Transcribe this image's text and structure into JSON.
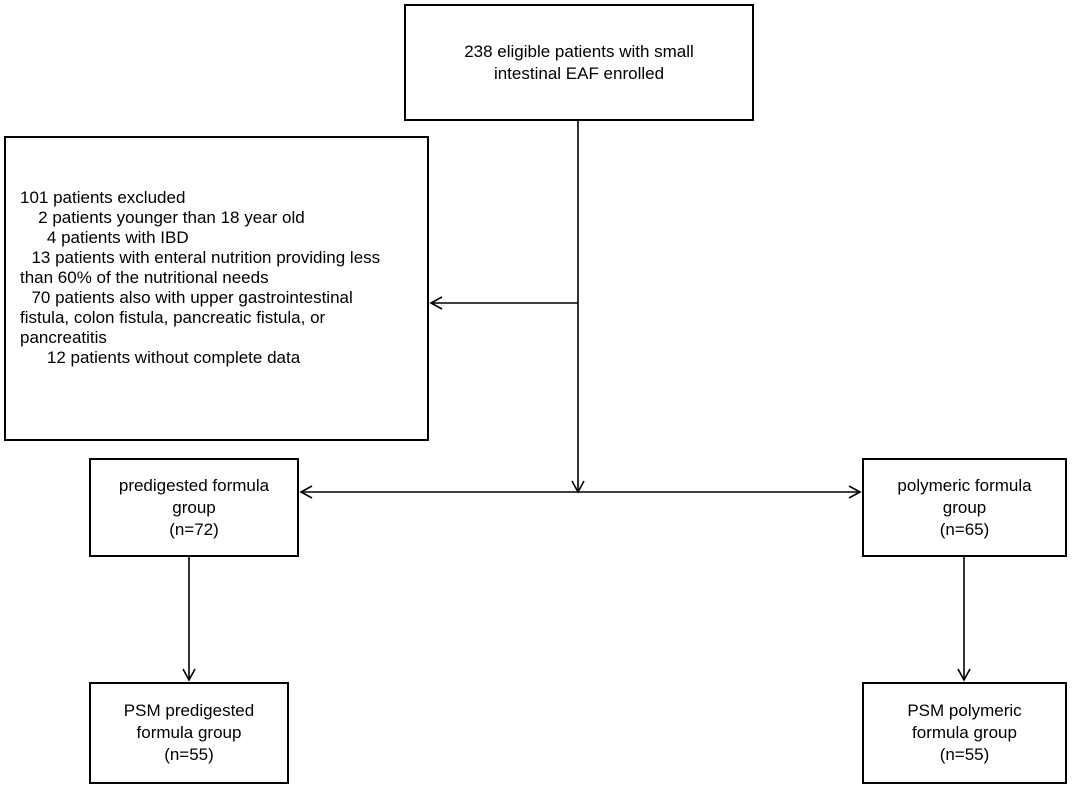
{
  "enrolled": {
    "lines": [
      "238 eligible patients with small",
      "intestinal EAF enrolled"
    ]
  },
  "excluded": {
    "lines": [
      "101 patients excluded",
      "   2 patients younger than 18 year old",
      "    4 patients with IBD",
      "  13 patients with enteral nutrition providing less",
      "than 60% of the nutritional needs",
      "  70 patients also with upper gastrointestinal",
      "fistula, colon fistula, pancreatic fistula, or",
      "pancreatitis",
      "    12 patients without complete data"
    ]
  },
  "predigested": {
    "lines": [
      "predigested formula",
      "group",
      "(n=72)"
    ]
  },
  "polymeric": {
    "lines": [
      "polymeric formula",
      "group",
      "(n=65)"
    ]
  },
  "psm_predigested": {
    "lines": [
      "PSM predigested",
      "formula group",
      "(n=55)"
    ]
  },
  "psm_polymeric": {
    "lines": [
      "PSM polymeric",
      "formula group",
      "(n=55)"
    ]
  },
  "colors": {
    "stroke": "#000000",
    "background": "#ffffff"
  }
}
